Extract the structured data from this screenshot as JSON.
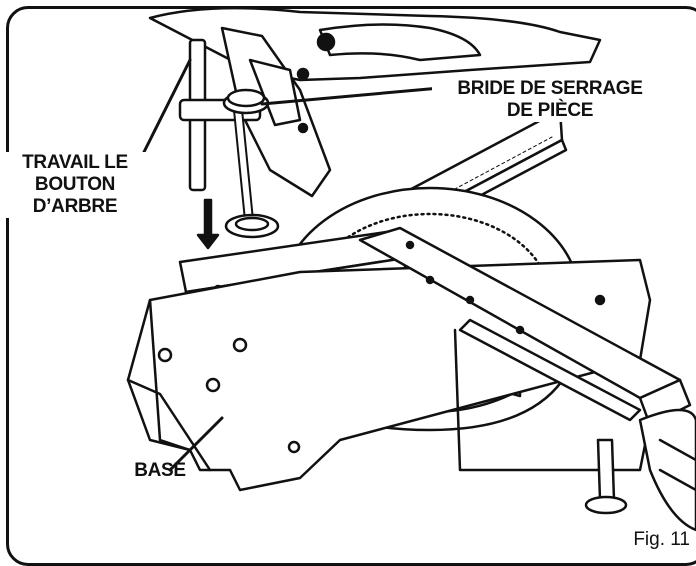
{
  "labels": {
    "bride_line1": "BRIDE DE SERRAGE",
    "bride_line2": "DE PIÈCE",
    "travail_line1": "TRAVAIL LE",
    "travail_line2": "BOUTON",
    "travail_line3": "D’ARBRE",
    "base": "BASE"
  },
  "figure_caption": "Fig. 11",
  "colors": {
    "ink": "#111111",
    "paper": "#ffffff"
  }
}
